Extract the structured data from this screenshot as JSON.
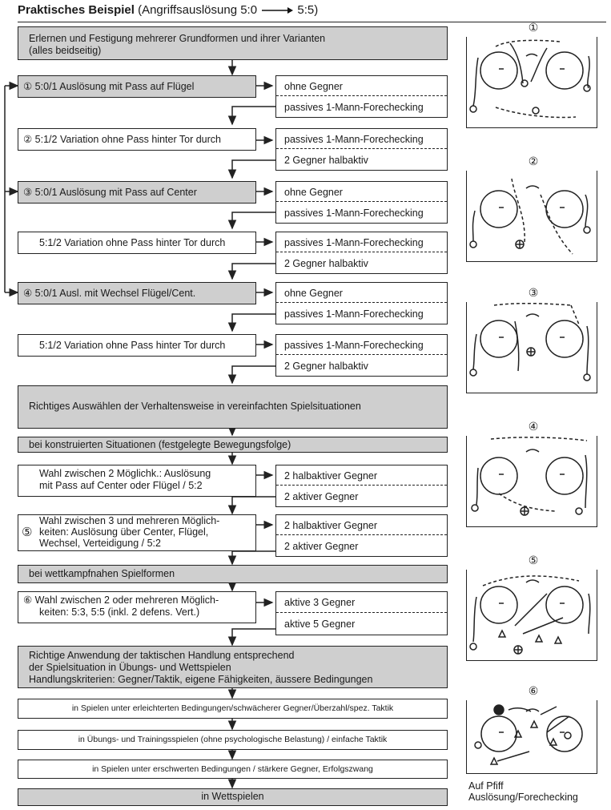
{
  "title": {
    "bold": "Praktisches Beispiel",
    "rest_a": " (Angriffsauslösung 5:0 ",
    "rest_b": " 5:5)"
  },
  "intro": {
    "line1": "Erlernen und Festigung mehrerer Grundformen und ihrer Varianten",
    "line2": "(alles beidseitig)"
  },
  "steps": [
    {
      "label": "① 5:0/1  Auslösung mit Pass auf Flügel",
      "opt1": "ohne Gegner",
      "opt2": "passives 1-Mann-Forechecking"
    },
    {
      "label": "② 5:1/2  Variation ohne Pass hinter Tor durch",
      "opt1": "passives 1-Mann-Forechecking",
      "opt2": "2 Gegner halbaktiv"
    },
    {
      "label": "③ 5:0/1  Auslösung mit Pass auf Center",
      "opt1": "ohne Gegner",
      "opt2": "passives 1-Mann-Forechecking"
    },
    {
      "label": "5:1/2  Variation ohne Pass hinter Tor durch",
      "opt1": "passives 1-Mann-Forechecking",
      "opt2": "2 Gegner halbaktiv"
    },
    {
      "label": "④ 5:0/1  Ausl. mit Wechsel Flügel/Cent.",
      "opt1": "ohne Gegner",
      "opt2": "passives 1-Mann-Forechecking"
    },
    {
      "label": "5:1/2  Variation ohne Pass hinter Tor durch",
      "opt1": "passives 1-Mann-Forechecking",
      "opt2": "2 Gegner halbaktiv"
    }
  ],
  "section2": "Richtiges Auswählen der Verhaltensweise in vereinfachten Spielsituationen",
  "constructed": "bei konstruierten Situationen (festgelegte Bewegungsfolge)",
  "choice2": {
    "line1": "Wahl zwischen 2 Möglichk.: Auslösung",
    "line2": "mit Pass auf Center oder Flügel / 5:2",
    "opt1": "2 halbaktiver Gegner",
    "opt2": "2 aktiver Gegner"
  },
  "choice3": {
    "num": "⑤",
    "line1": "Wahl zwischen 3 und mehreren Möglich-",
    "line2": "keiten: Auslösung über Center, Flügel,",
    "line3": "Wechsel, Verteidigung / 5:2",
    "opt1": "2 halbaktiver Gegner",
    "opt2": "2 aktiver Gegner"
  },
  "competition": "bei wettkampfnahen Spielformen",
  "choice6": {
    "line1": "⑥ Wahl zwischen 2 oder mehreren Möglich-",
    "line2": "keiten: 5:3, 5:5 (inkl. 2 defens. Vert.)",
    "opt1": "aktive 3 Gegner",
    "opt2": "aktive 5 Gegner"
  },
  "section3": {
    "line1": "Richtige Anwendung der taktischen Handlung entsprechend",
    "line2": "der Spielsituation in Übungs- und Wettspielen",
    "line3": "Handlungskriterien: Gegner/Taktik, eigene Fähigkeiten, äussere Bedingungen"
  },
  "games": [
    "in Spielen unter erleichterten Bedingungen/schwächerer Gegner/Überzahl/spez. Taktik",
    "in Übungs- und Trainingsspielen (ohne psychologische Belastung) / einfache Taktik",
    "in Spielen unter erschwerten Bedingungen / stärkere Gegner, Erfolgszwang"
  ],
  "final": "in Wettspielen",
  "panels": [
    "①",
    "②",
    "③",
    "④",
    "⑤",
    "⑥"
  ],
  "caption": {
    "line1": "Auf Pfiff",
    "line2": "Auslösung/Forechecking"
  }
}
